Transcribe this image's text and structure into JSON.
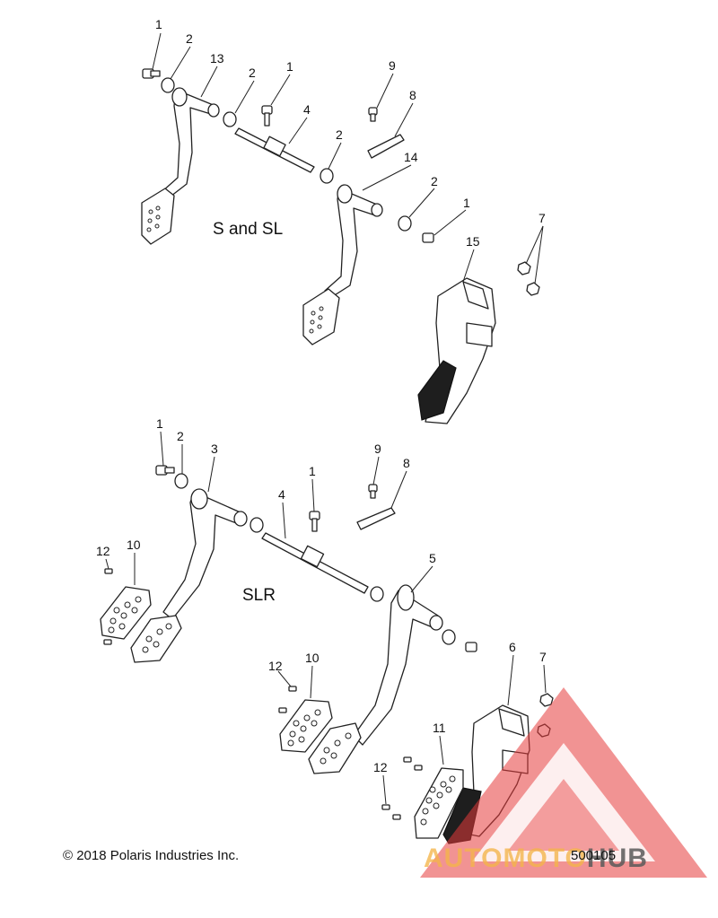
{
  "sections": {
    "upper_label": "S and SL",
    "lower_label": "SLR"
  },
  "callouts_upper": [
    "1",
    "2",
    "13",
    "2",
    "1",
    "4",
    "9",
    "8",
    "2",
    "14",
    "2",
    "1",
    "7",
    "15"
  ],
  "callouts_lower": [
    "1",
    "2",
    "3",
    "4",
    "1",
    "9",
    "8",
    "12",
    "10",
    "5",
    "12",
    "10",
    "6",
    "7",
    "11",
    "12"
  ],
  "footer": {
    "copyright": "© 2018 Polaris Industries Inc.",
    "drawing_number": "500105"
  },
  "watermark": {
    "left_word": "AUTOMOTO",
    "right_word": "HUB",
    "color_primary": "#e63a3a",
    "color_accent": "#f4b54a"
  }
}
